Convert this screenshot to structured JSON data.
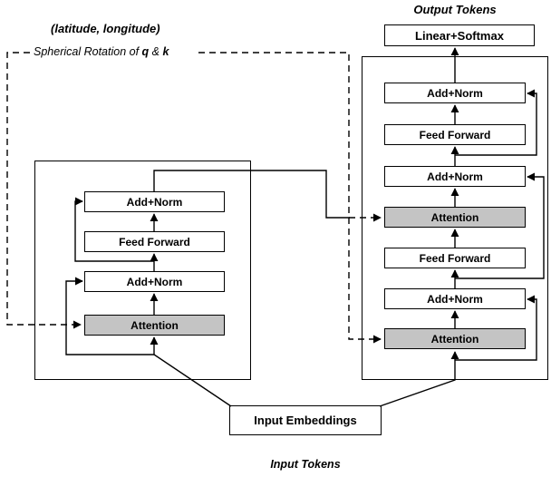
{
  "figure": {
    "output_tokens": "Output Tokens",
    "input_tokens": "Input Tokens",
    "coords_label": "(latitude, longitude)",
    "rotation_prefix": "Spherical Rotation of ",
    "rotation_q": "q",
    "rotation_amp": " & ",
    "rotation_k": "k",
    "linear_softmax": "Linear+Softmax",
    "input_embeddings": "Input Embeddings"
  },
  "encoder": {
    "blocks": [
      {
        "label": "Add+Norm",
        "kind": "norm"
      },
      {
        "label": "Feed Forward",
        "kind": "feed-forward"
      },
      {
        "label": "Add+Norm",
        "kind": "norm"
      },
      {
        "label": "Attention",
        "kind": "attention"
      }
    ]
  },
  "decoder": {
    "blocks": [
      {
        "label": "Add+Norm",
        "kind": "norm"
      },
      {
        "label": "Feed Forward",
        "kind": "feed-forward"
      },
      {
        "label": "Add+Norm",
        "kind": "norm"
      },
      {
        "label": "Attention",
        "kind": "attention"
      },
      {
        "label": "Feed Forward",
        "kind": "feed-forward"
      },
      {
        "label": "Add+Norm",
        "kind": "norm"
      },
      {
        "label": "Attention",
        "kind": "attention"
      }
    ]
  },
  "colors": {
    "attention_fill": "#c4c4c4",
    "box_fill": "#ffffff",
    "line": "#000000",
    "background": "#ffffff"
  }
}
